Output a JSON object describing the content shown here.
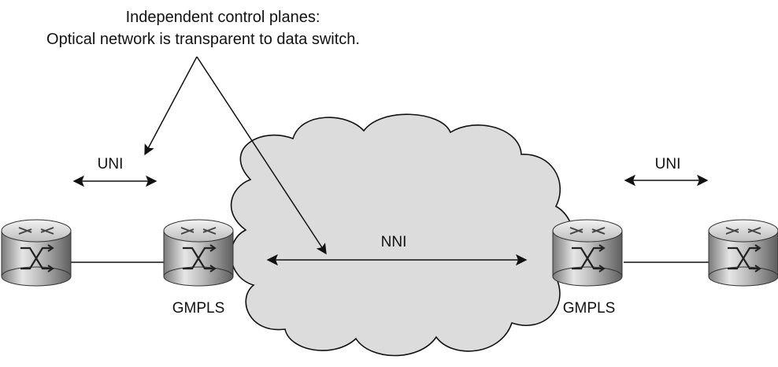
{
  "diagram": {
    "title_line1": "Independent control planes:",
    "title_line2": "Optical network is transparent to data switch.",
    "uni_left": "UNI",
    "uni_right": "UNI",
    "nni": "NNI",
    "gmpls_left": "GMPLS",
    "gmpls_right": "GMPLS",
    "colors": {
      "cloud_fill": "#dcdcdc",
      "stroke": "#111111",
      "router_light": "#e9e9e9",
      "router_dark": "#6e6e6e"
    },
    "icons": [
      "router-icon",
      "cloud-icon",
      "double-arrow-icon"
    ]
  }
}
